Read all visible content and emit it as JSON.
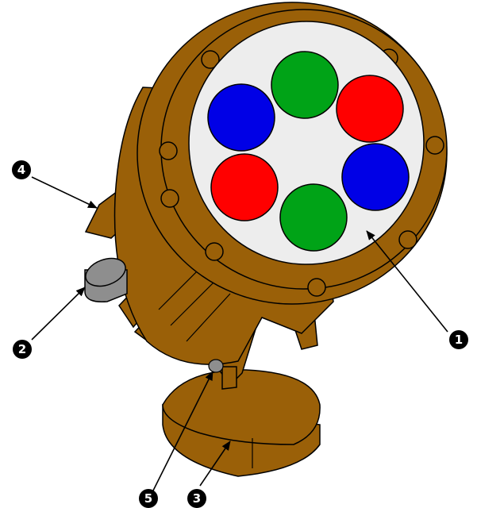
{
  "colors": {
    "housing": "#9a6008",
    "housing_outline": "#000000",
    "lens_face": "#ededed",
    "led_red": "#ff0000",
    "led_green": "#00a317",
    "led_blue": "#0000e6",
    "cable_gland": "#8e8e8e",
    "callout_fill": "#000000",
    "callout_text": "#ffffff"
  },
  "leds": [
    {
      "id": "led-green-top",
      "color": "green"
    },
    {
      "id": "led-red-right",
      "color": "red"
    },
    {
      "id": "led-blue-right",
      "color": "blue"
    },
    {
      "id": "led-green-bottom",
      "color": "green"
    },
    {
      "id": "led-red-left",
      "color": "red"
    },
    {
      "id": "led-blue-left",
      "color": "blue"
    }
  ],
  "callouts": [
    {
      "id": "1",
      "label": "1",
      "points_to": "lens-face"
    },
    {
      "id": "2",
      "label": "2",
      "points_to": "cable-gland"
    },
    {
      "id": "3",
      "label": "3",
      "points_to": "mounting-base"
    },
    {
      "id": "4",
      "label": "4",
      "points_to": "cooling-fins"
    },
    {
      "id": "5",
      "label": "5",
      "points_to": "adjustment-screw"
    }
  ]
}
